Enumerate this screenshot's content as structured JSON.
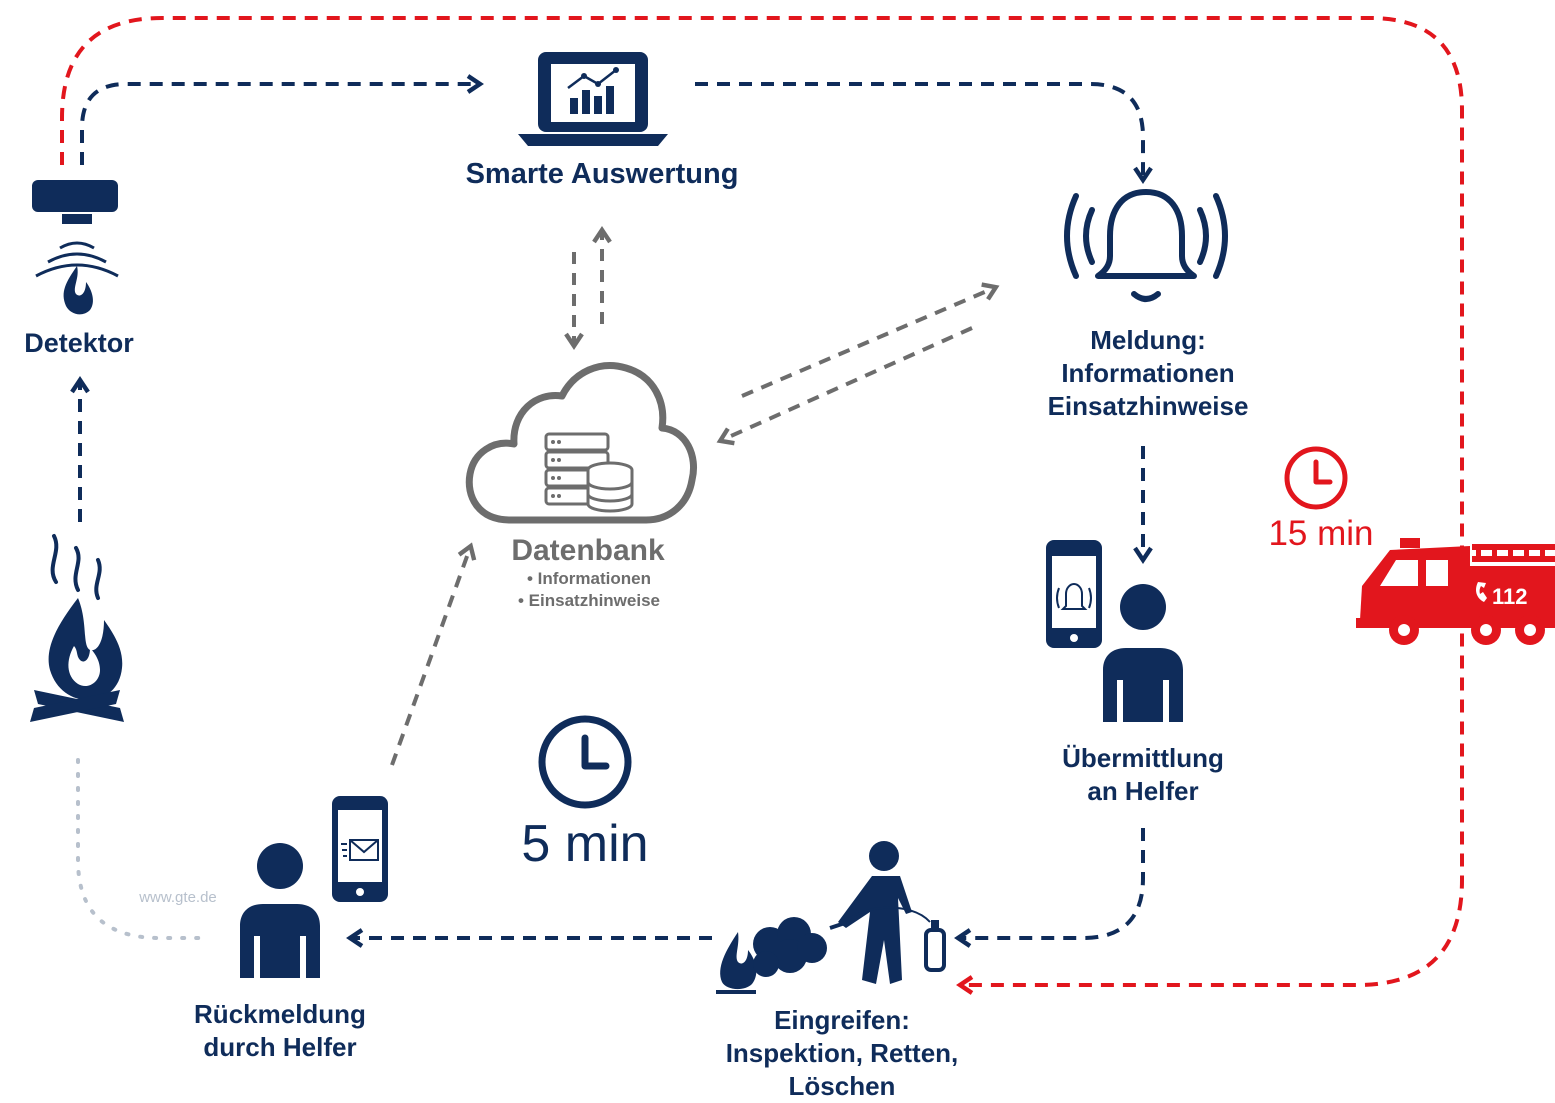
{
  "colors": {
    "navy": "#0f2c5a",
    "red": "#e2161d",
    "grey": "#6d6d6d",
    "light_grey": "#b7c0cc"
  },
  "nodes": {
    "smart_eval": {
      "label": "Smarte Auswertung",
      "icon": "laptop-chart-icon"
    },
    "detector": {
      "label": "Detektor",
      "icon": "smoke-detector-icon"
    },
    "alert": {
      "lines": [
        "Meldung:",
        "Informationen",
        "Einsatzhinweise"
      ],
      "icon": "bell-icon"
    },
    "database": {
      "label": "Datenbank",
      "items": [
        "• Informationen",
        "• Einsatzhinweise"
      ],
      "icon": "cloud-database-icon"
    },
    "transmit": {
      "lines": [
        "Übermittlung",
        "an Helfer"
      ],
      "icon": "phone-person-icon"
    },
    "intervene": {
      "lines": [
        "Eingreifen:",
        "Inspektion, Retten,",
        "Löschen"
      ],
      "icon": "firefighter-extinguisher-icon"
    },
    "feedback": {
      "lines": [
        "Rückmeldung",
        "durch Helfer"
      ],
      "icon": "person-phone-mail-icon"
    },
    "fire": {
      "icon": "campfire-icon"
    }
  },
  "timers": {
    "helper": {
      "label": "5 min",
      "icon": "clock-icon"
    },
    "fire_brigade": {
      "label": "15 min",
      "icon": "clock-icon"
    }
  },
  "fire_truck": {
    "plate": "112",
    "icon": "fire-truck-icon"
  },
  "watermark": "www.gte.de"
}
